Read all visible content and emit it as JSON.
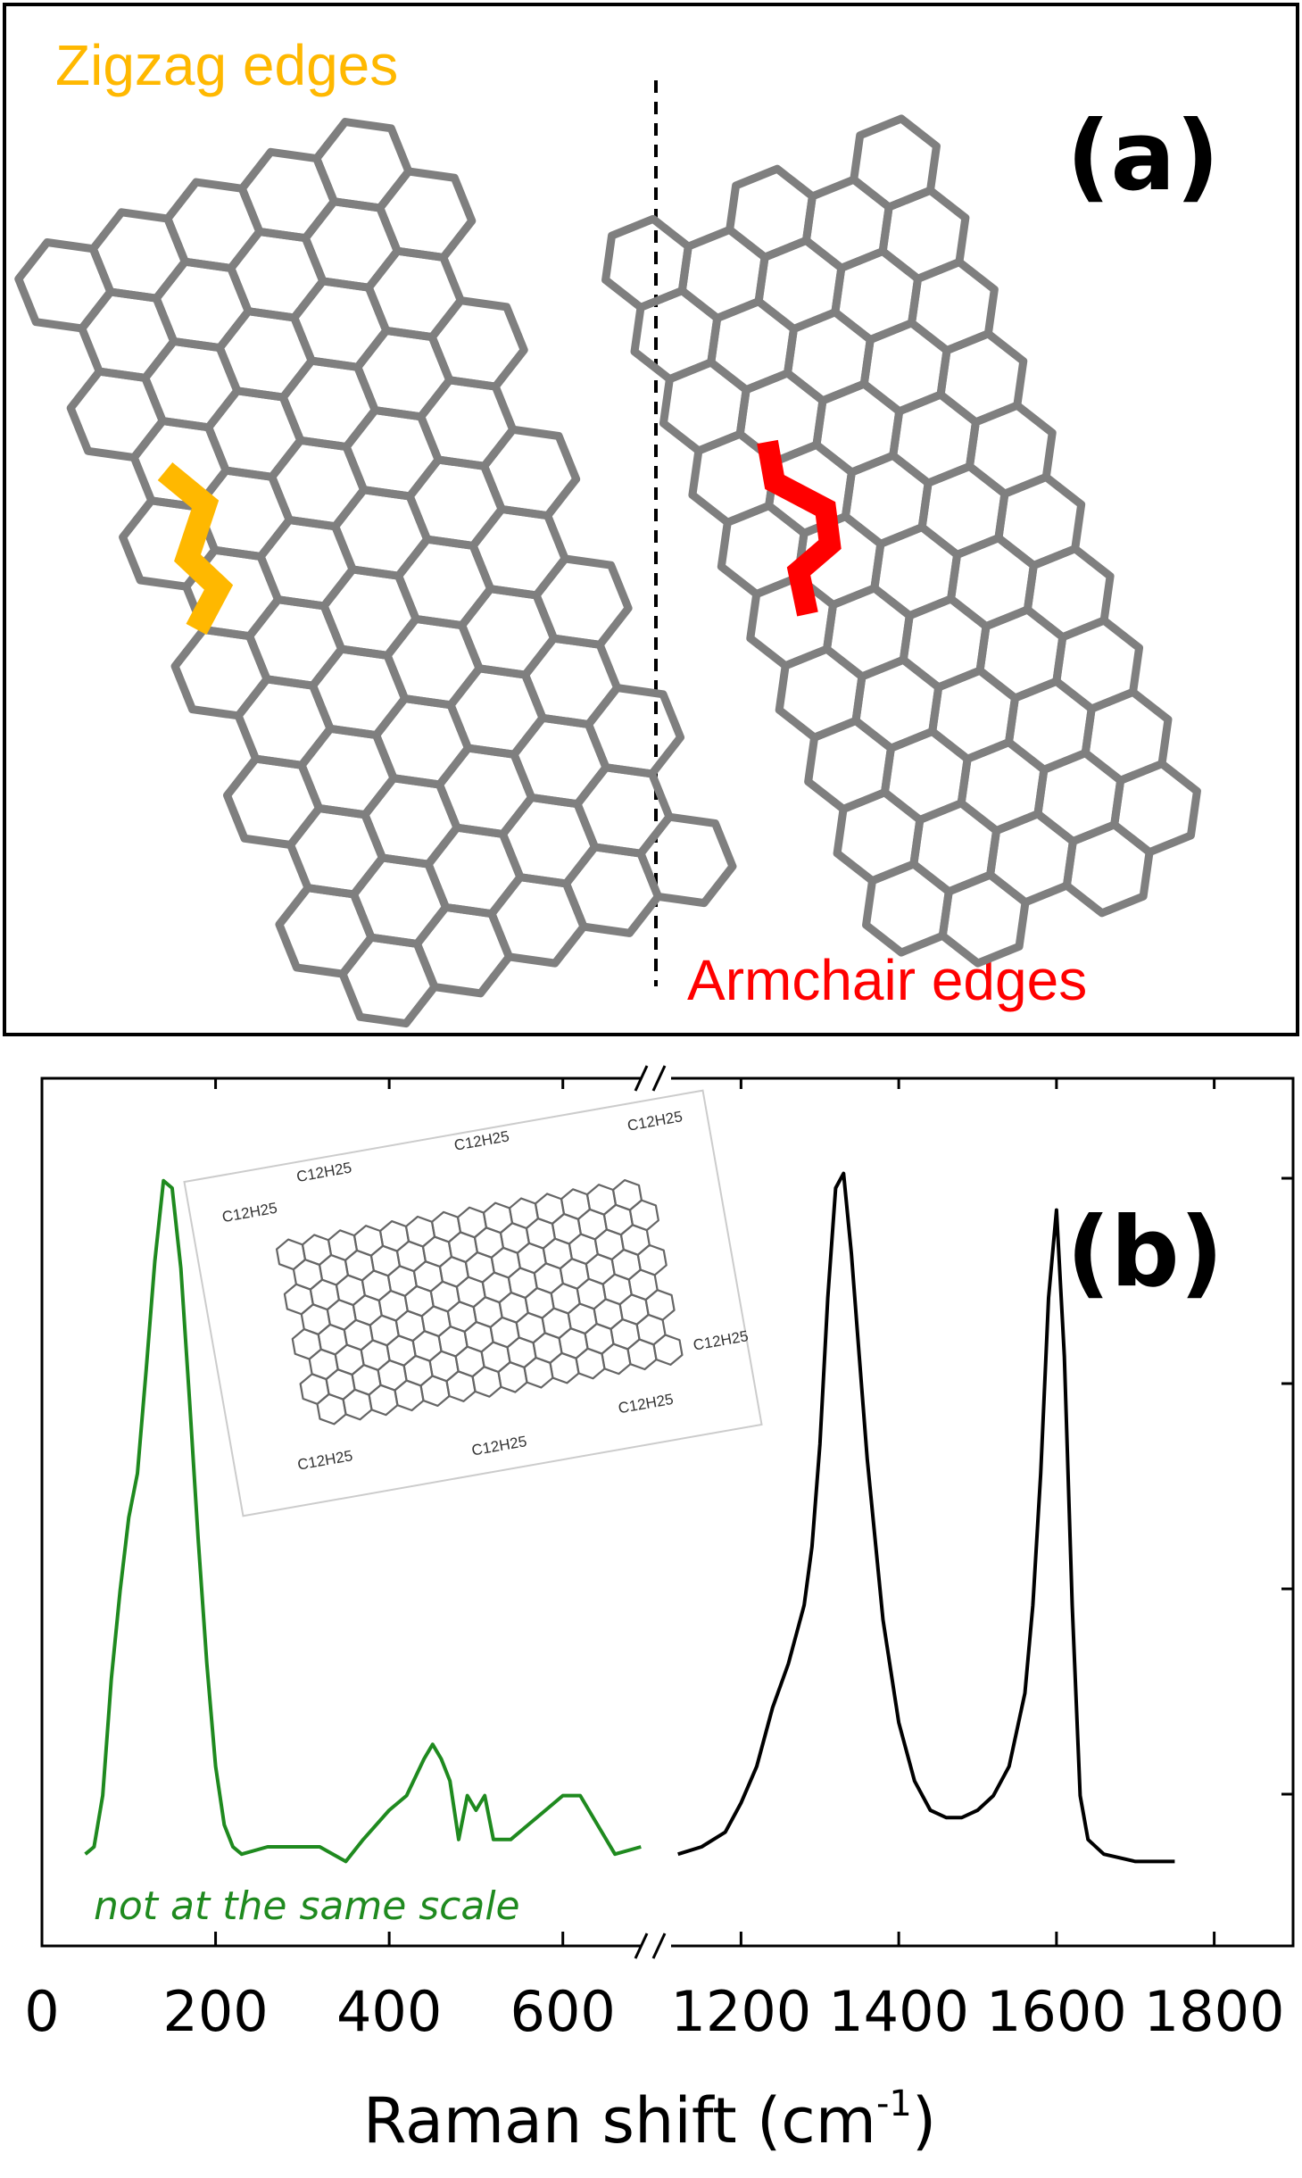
{
  "panel_a": {
    "label": "(a)",
    "zigzag_label": "Zigzag edges",
    "armchair_label": "Armchair edges",
    "colors": {
      "zigzag": "#FFB800",
      "armchair": "#FF0000",
      "lattice": "#7f7f7f"
    }
  },
  "panel_b": {
    "label": "(b)",
    "scale_note": "not at the same scale",
    "inset_substituent": "C12H25",
    "colors": {
      "low_freq": "#1f8a1f",
      "high_freq": "#000000"
    }
  },
  "chart_data": {
    "type": "line",
    "xlabel": "Raman shift (cm-1)",
    "ylabel": "",
    "broken_x_axis": true,
    "segments": [
      {
        "xlim": [
          0,
          700
        ],
        "ticks": [
          "0",
          "200",
          "400",
          "600"
        ],
        "tick_values": [
          0,
          200,
          400,
          600
        ]
      },
      {
        "xlim": [
          1100,
          1900
        ],
        "ticks": [
          "1200",
          "1400",
          "1600",
          "1800"
        ],
        "tick_values": [
          1200,
          1400,
          1600,
          1800
        ]
      }
    ],
    "ylim": [
      0,
      1
    ],
    "grid": false,
    "series": [
      {
        "color": "#1f8a1f",
        "x": [
          50,
          60,
          70,
          80,
          90,
          100,
          110,
          120,
          130,
          140,
          150,
          160,
          170,
          180,
          190,
          200,
          210,
          220,
          230,
          260,
          290,
          320,
          350,
          370,
          400,
          420,
          440,
          450,
          460,
          470,
          480,
          490,
          500,
          510,
          520,
          540,
          560,
          580,
          600,
          620,
          640,
          660,
          690
        ],
        "y": [
          0.04,
          0.05,
          0.12,
          0.28,
          0.4,
          0.5,
          0.56,
          0.7,
          0.85,
          0.96,
          0.95,
          0.84,
          0.66,
          0.47,
          0.3,
          0.16,
          0.08,
          0.05,
          0.04,
          0.05,
          0.05,
          0.05,
          0.03,
          0.06,
          0.1,
          0.12,
          0.17,
          0.19,
          0.17,
          0.14,
          0.06,
          0.12,
          0.1,
          0.12,
          0.06,
          0.06,
          0.08,
          0.1,
          0.12,
          0.12,
          0.08,
          0.04,
          0.05
        ]
      },
      {
        "color": "#000000",
        "x": [
          1120,
          1150,
          1180,
          1200,
          1220,
          1240,
          1260,
          1280,
          1290,
          1300,
          1310,
          1320,
          1330,
          1340,
          1350,
          1360,
          1380,
          1400,
          1420,
          1440,
          1460,
          1480,
          1500,
          1520,
          1540,
          1560,
          1570,
          1580,
          1590,
          1600,
          1610,
          1620,
          1630,
          1640,
          1660,
          1700,
          1750
        ],
        "y": [
          0.04,
          0.05,
          0.07,
          0.11,
          0.16,
          0.24,
          0.3,
          0.38,
          0.46,
          0.6,
          0.8,
          0.95,
          0.97,
          0.86,
          0.72,
          0.58,
          0.36,
          0.22,
          0.14,
          0.1,
          0.09,
          0.09,
          0.1,
          0.12,
          0.16,
          0.26,
          0.38,
          0.56,
          0.8,
          0.92,
          0.72,
          0.38,
          0.12,
          0.06,
          0.04,
          0.03,
          0.03
        ]
      }
    ]
  }
}
